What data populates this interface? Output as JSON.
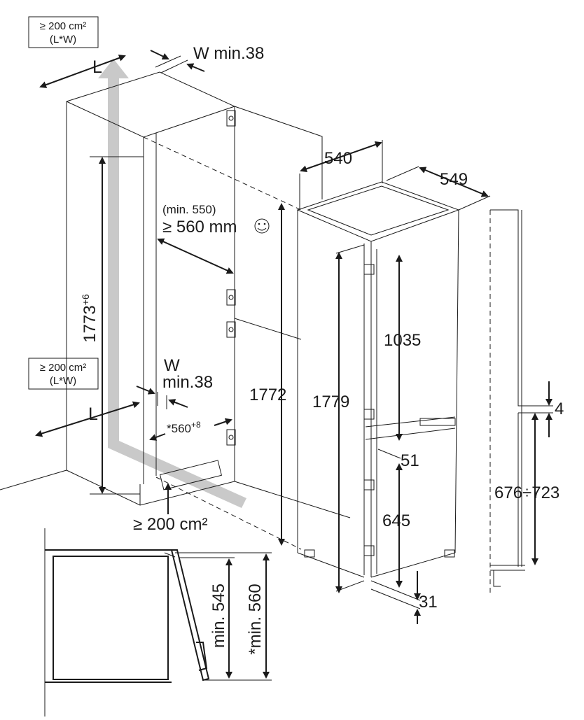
{
  "labels": {
    "vent_top_line1": "≥ 200 cm²",
    "vent_top_line2": "(L*W)",
    "vent_mid_line1": "≥ 200 cm²",
    "vent_mid_line2": "(L*W)",
    "vent_bottom": "≥ 200 cm²",
    "L_top": "L",
    "L_bottom": "L",
    "W_min_top": "W min.38",
    "W_mid": "W",
    "min38_mid": "min.38",
    "niche_height_base": "1773",
    "niche_height_tol": "+6",
    "niche_width_base": "*560",
    "niche_width_tol": "+8",
    "niche_depth_min": "(min. 550)",
    "niche_depth_rec": "≥ 560 mm",
    "appliance_width": "540",
    "appliance_depth": "549",
    "dim_1772": "1772",
    "dim_1779": "1779",
    "dim_1035": "1035",
    "dim_51": "51",
    "dim_645": "645",
    "dim_31": "31",
    "dim_4": "4",
    "dim_676_723": "676÷723",
    "detail_min545": "min. 545",
    "detail_min560": "*min. 560"
  },
  "icons": {
    "smiley": "smiley-icon"
  }
}
